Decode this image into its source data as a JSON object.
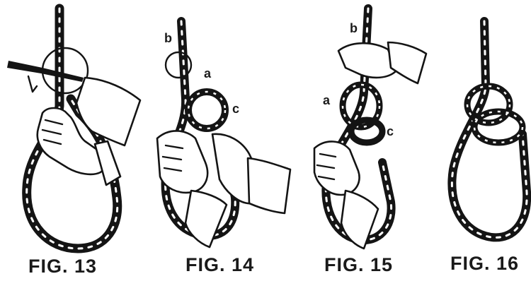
{
  "figures": [
    {
      "id": "fig13",
      "caption": "FIG. 13",
      "labels": []
    },
    {
      "id": "fig14",
      "caption": "FIG. 14",
      "labels": [
        "b",
        "a",
        "c"
      ]
    },
    {
      "id": "fig15",
      "caption": "FIG. 15",
      "labels": [
        "b",
        "a",
        "c"
      ]
    },
    {
      "id": "fig16",
      "caption": "FIG. 16",
      "labels": []
    }
  ],
  "colors": {
    "ink": "#141414",
    "paper": "#ffffff"
  }
}
